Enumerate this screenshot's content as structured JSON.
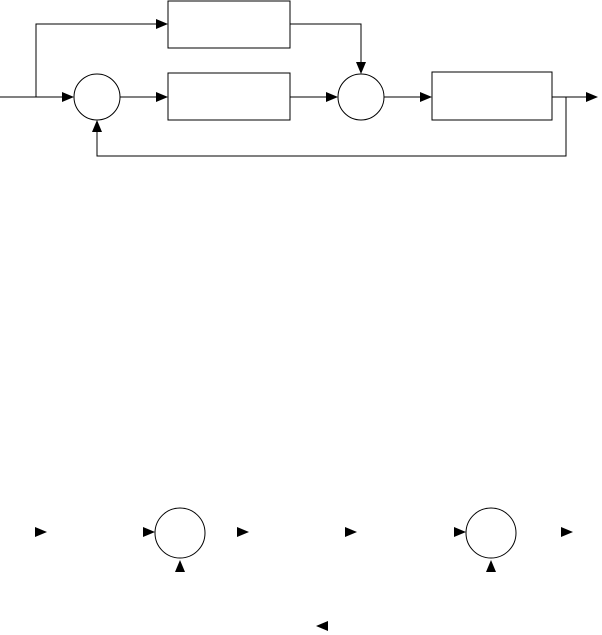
{
  "diagram": {
    "blocks": [
      {
        "id": "feedforward-block",
        "label": ""
      },
      {
        "id": "forward-block-1",
        "label": ""
      },
      {
        "id": "forward-block-2",
        "label": ""
      }
    ],
    "summing_junctions": [
      {
        "id": "summing-junction-1",
        "label": ""
      },
      {
        "id": "summing-junction-2",
        "label": ""
      },
      {
        "id": "summing-junction-3",
        "label": ""
      },
      {
        "id": "summing-junction-4",
        "label": ""
      }
    ],
    "colors": {
      "stroke": "#000000",
      "background": "#ffffff"
    }
  }
}
